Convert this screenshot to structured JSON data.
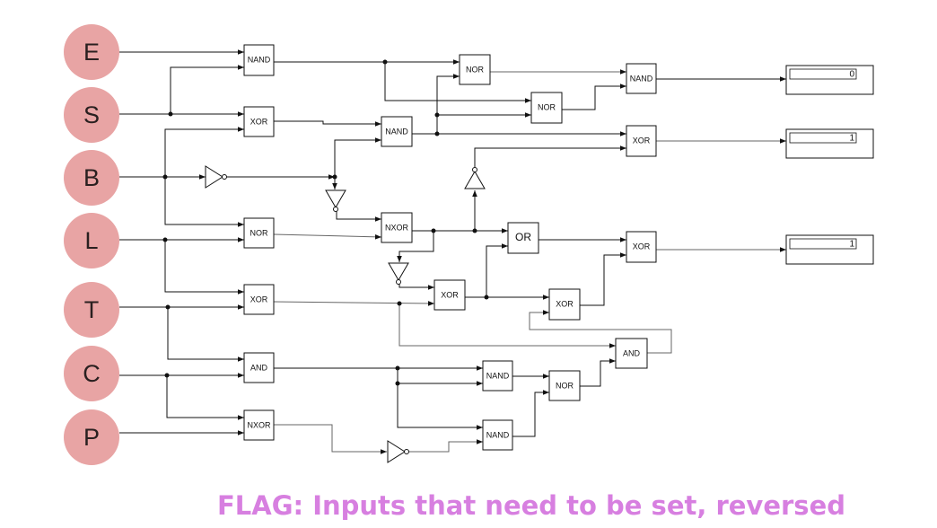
{
  "inputs": [
    {
      "label": "E"
    },
    {
      "label": "S"
    },
    {
      "label": "B"
    },
    {
      "label": "L"
    },
    {
      "label": "T"
    },
    {
      "label": "C"
    },
    {
      "label": "P"
    }
  ],
  "gates": {
    "g_nand1": "NAND",
    "g_xor1": "XOR",
    "g_nor1": "NOR",
    "g_xor2": "XOR",
    "g_and1": "AND",
    "g_nxor1": "NXOR",
    "g_nor2": "NOR",
    "g_nand2": "NAND",
    "g_nxor2": "NXOR",
    "g_xor3": "XOR",
    "g_nor3": "NOR",
    "g_nand3": "NAND",
    "g_xor4": "XOR",
    "g_or1": "OR",
    "g_xor5": "XOR",
    "g_xor6": "XOR",
    "g_and2": "AND",
    "g_nand4": "NAND",
    "g_nor4": "NOR",
    "g_nand5": "NAND"
  },
  "displays": [
    {
      "value": "0"
    },
    {
      "value": "1"
    },
    {
      "value": "1"
    }
  ],
  "flag": "FLAG: Inputs that need to be set, reversed",
  "colors": {
    "input_circle": "#e8a4a4",
    "flag_text": "#d77fe0"
  }
}
